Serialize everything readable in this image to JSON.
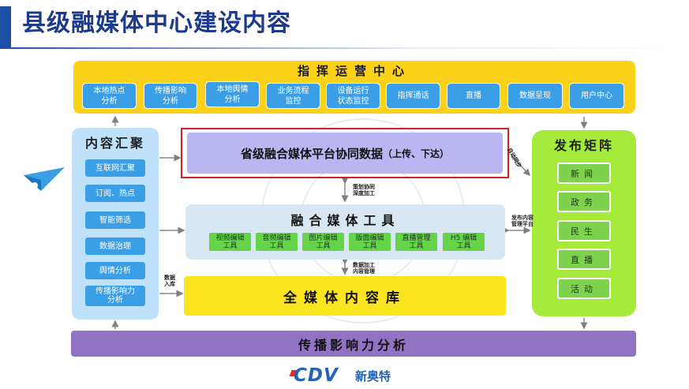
{
  "title": "县级融媒体中心建设内容",
  "command_center": {
    "title": "指挥运营中心",
    "items": [
      "本地热点\n分析",
      "传播影响\n分析",
      "本地舆情\n分析",
      "业务流程\n监控",
      "设备运行\n状态监控",
      "指挥通话",
      "直播",
      "数据呈现",
      "用户中心"
    ]
  },
  "content_aggregation": {
    "title": "内容汇聚",
    "items": [
      "互联网汇聚",
      "订阅、热点",
      "智能筛选",
      "数据治理",
      "舆情分析",
      "传播影响力\n分析"
    ]
  },
  "provincial_platform": {
    "label": "省级融合媒体平台协同数据",
    "note": "（上传、下达）"
  },
  "fusion_tools": {
    "title": "融合媒体工具",
    "items": [
      "视频编辑\n工具",
      "音频编辑\n工具",
      "图片编辑\n工具",
      "版面编辑\n工具",
      "直播管理\n工具",
      "H5 编辑\n工具"
    ]
  },
  "media_library": {
    "title": "全媒体内容库"
  },
  "publish_matrix": {
    "title": "发布矩阵",
    "items": [
      "新闻",
      "政务",
      "民生",
      "直播",
      "活动"
    ]
  },
  "propagation": {
    "title": "传播影响力分析"
  },
  "labels": {
    "collab_processing": "策划协同\n深度加工",
    "data_processing": "数据加工\n内容管理",
    "data_ingest": "数据\n入库",
    "auto_sync": "自动同步",
    "publish_platform": "发布内容\n管理平台"
  },
  "logo": {
    "brand": "CDV",
    "brand_cn": "新奥特"
  },
  "colors": {
    "title_blue": "#1c3a8c",
    "command_yellow": "#fbd11a",
    "button_blue": "#3b9fe8",
    "agg_light_blue": "#bfe2fa",
    "platform_purple": "#b9b6f1",
    "highlight_red": "#d21f2a",
    "tools_green": "#66d44b",
    "library_yellow": "#fbe51e",
    "publish_green": "#a6ea3c",
    "analysis_purple": "#9173c4"
  }
}
